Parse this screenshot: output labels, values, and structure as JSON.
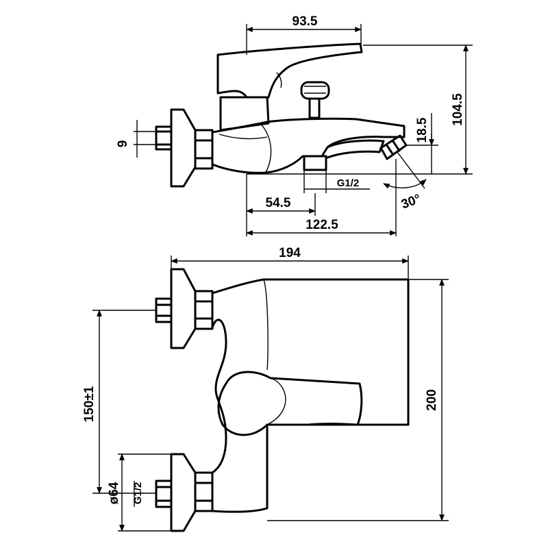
{
  "colors": {
    "line": "#000000",
    "background": "#ffffff"
  },
  "side_view": {
    "dims": {
      "handle_reach": "93.5",
      "overall_height": "104.5",
      "spout_height": "18.5",
      "inlet_diameter": "9",
      "outlet_thread": "G1/2",
      "center_to_outlet": "54.5",
      "center_to_spout_tip": "122.5",
      "spout_angle": "30°"
    }
  },
  "front_view": {
    "dims": {
      "overall_width": "194",
      "overall_height": "200",
      "centers": "150±1",
      "flange_diameter": "ø64",
      "inlet_thread": "G1/2"
    }
  }
}
